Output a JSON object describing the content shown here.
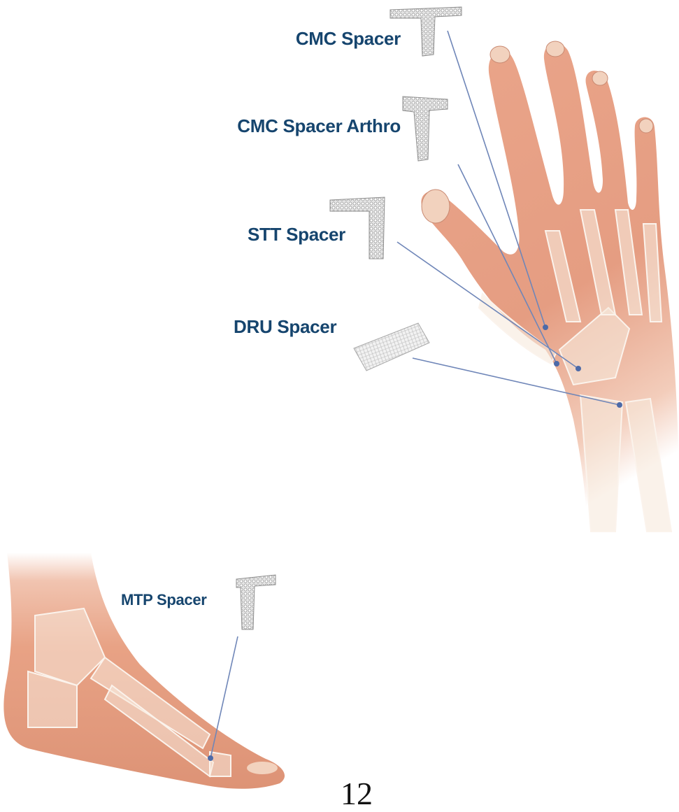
{
  "implants": [
    {
      "label": "CMC Spacer"
    },
    {
      "label": "CMC Spacer Arthro"
    },
    {
      "label": "STT Spacer"
    },
    {
      "label": "DRU Spacer"
    },
    {
      "label": "MTP Spacer"
    }
  ],
  "page_number": "12",
  "colors": {
    "label": "#16456e",
    "leader": "#6f86b8",
    "skin": "#e8a48a",
    "bone": "#f6e8dc",
    "implant": "#c9c9c9"
  },
  "icons": [
    "hand-illustration",
    "foot-illustration",
    "implant-t-shape",
    "implant-l-shape",
    "implant-mesh-sheet"
  ]
}
